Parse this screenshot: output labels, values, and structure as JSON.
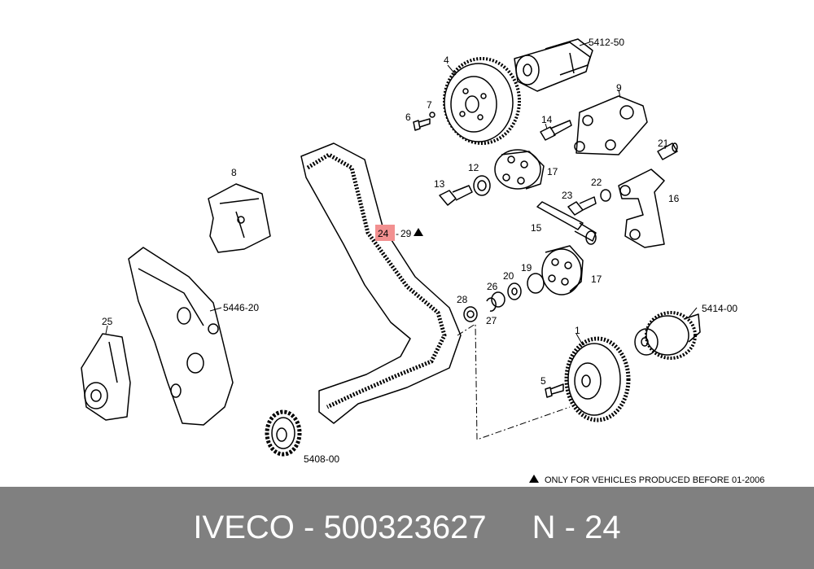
{
  "callouts": {
    "c1": "1",
    "c4": "4",
    "c5": "5",
    "c6": "6",
    "c7": "7",
    "c8": "8",
    "c9": "9",
    "c12": "12",
    "c13": "13",
    "c14": "14",
    "c15": "15",
    "c16": "16",
    "c17a": "17",
    "c17b": "17",
    "c19": "19",
    "c20": "20",
    "c21": "21",
    "c22": "22",
    "c23": "23",
    "c25": "25",
    "c26": "26",
    "c27": "27",
    "c28": "28",
    "c5412": "5412-50",
    "c5414": "5414-00",
    "c5446": "5446-20",
    "c5408": "5408-00",
    "highlight": "24",
    "highlight_suffix": "29"
  },
  "note": "ONLY FOR VEHICLES PRODUCED BEFORE 01-2006",
  "footer": {
    "brand": "IVECO",
    "separator1": " - ",
    "part_number": "500323627",
    "position_prefix": "N",
    "separator2": " - ",
    "position": "24"
  },
  "colors": {
    "footer_bg": "#808080",
    "highlight_bg": "#f29090",
    "line": "#000000"
  }
}
